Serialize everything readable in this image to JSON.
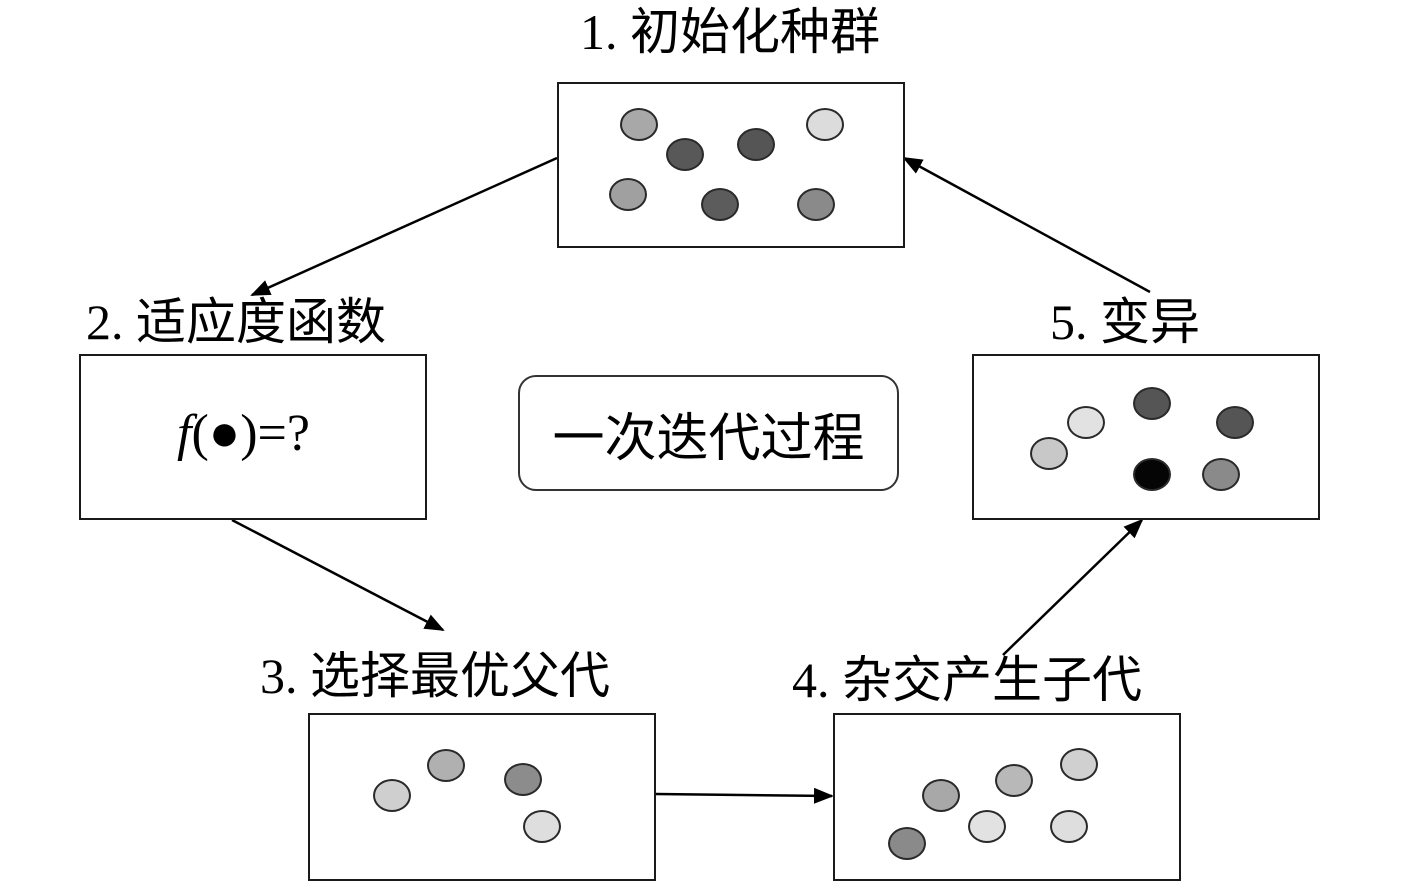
{
  "title": "一次迭代过程",
  "steps": [
    {
      "label": "1. 初始化种群",
      "individuals": [
        "#a8a8a8",
        "#585858",
        "#555555",
        "#dcdcdc",
        "#a0a0a0",
        "#5c5c5c",
        "#8a8a8a"
      ]
    },
    {
      "label": "2. 适应度函数",
      "formula": {
        "fn": "f",
        "open": "(",
        "arg": "●",
        "close": ")=?"
      }
    },
    {
      "label": "3. 选择最优父代",
      "individuals": [
        "#cfcfcf",
        "#b0b0b0",
        "#8c8c8c",
        "#dedede"
      ]
    },
    {
      "label": "4. 杂交产生子代",
      "individuals": [
        "#8a8a8a",
        "#a8a8a8",
        "#b8b8b8",
        "#d0d0d0",
        "#e2e2e2",
        "#dedede"
      ]
    },
    {
      "label": "5. 变异",
      "individuals": [
        "#c8c8c8",
        "#e2e2e2",
        "#555555",
        "#555555",
        "#050505",
        "#8a8a8a"
      ]
    }
  ],
  "flow": [
    {
      "from": "step-1",
      "to": "step-2"
    },
    {
      "from": "step-2",
      "to": "step-3"
    },
    {
      "from": "step-3",
      "to": "step-4"
    },
    {
      "from": "step-4",
      "to": "step-5"
    },
    {
      "from": "step-5",
      "to": "step-1"
    }
  ]
}
